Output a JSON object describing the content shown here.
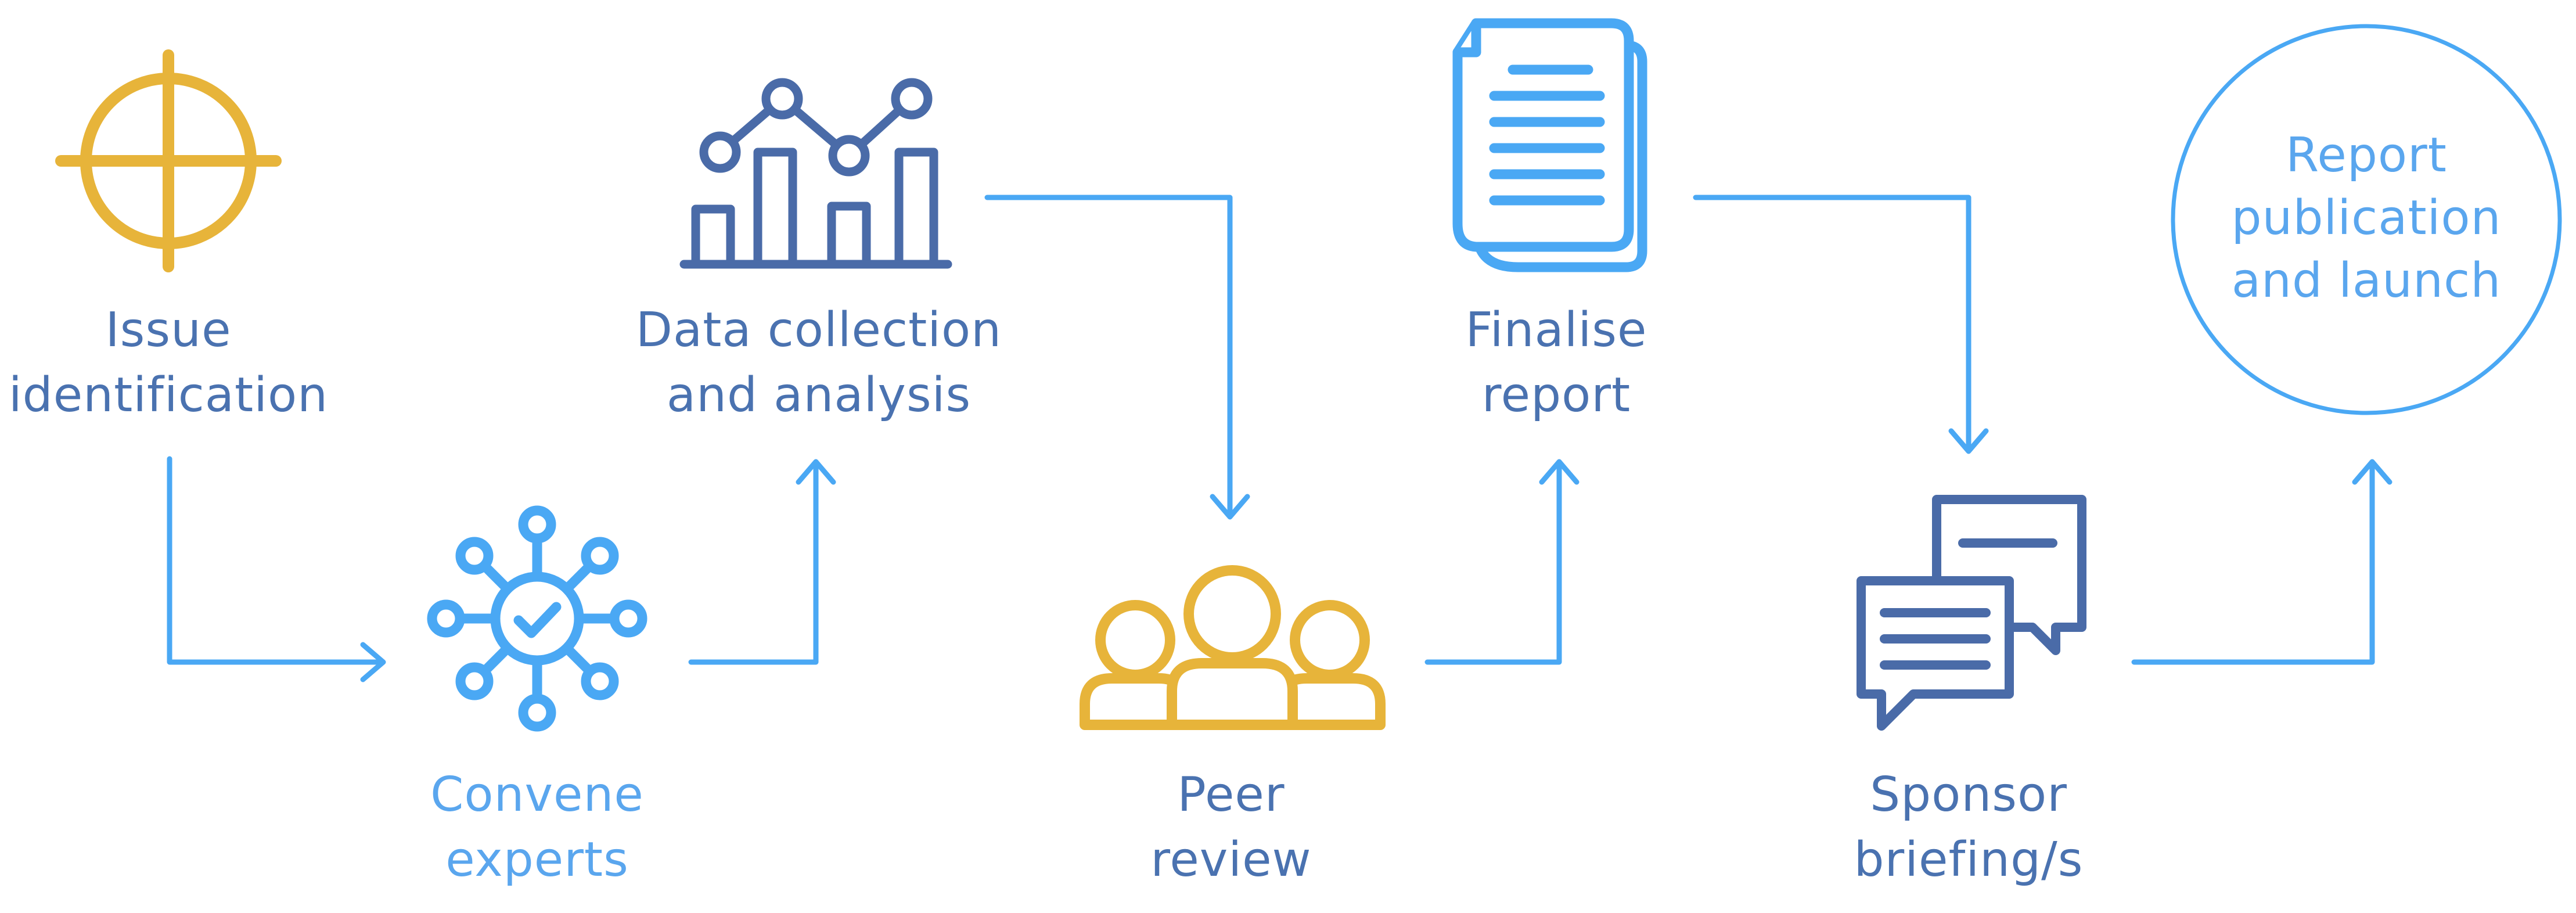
{
  "colors": {
    "gold": "#e7b43a",
    "navy": "#4a6ba8",
    "sky": "#4aa8f4",
    "label_navy": "#4a72b0",
    "label_sky": "#5aa6ee"
  },
  "steps": {
    "issue_identification": {
      "line1": "Issue",
      "line2": "identification",
      "icon": "crosshair-icon"
    },
    "convene_experts": {
      "line1": "Convene",
      "line2": "experts",
      "icon": "network-check-icon"
    },
    "data_collection": {
      "line1": "Data collection",
      "line2": "and analysis",
      "icon": "bar-line-chart-icon"
    },
    "peer_review": {
      "line1": "Peer",
      "line2": "review",
      "icon": "people-group-icon"
    },
    "finalise_report": {
      "line1": "Finalise",
      "line2": "report",
      "icon": "documents-icon"
    },
    "sponsor_briefing": {
      "line1": "Sponsor",
      "line2": "briefing/s",
      "icon": "chat-bubbles-icon"
    },
    "report_publication": {
      "line1": "Report",
      "line2": "publication",
      "line3": "and launch"
    }
  }
}
